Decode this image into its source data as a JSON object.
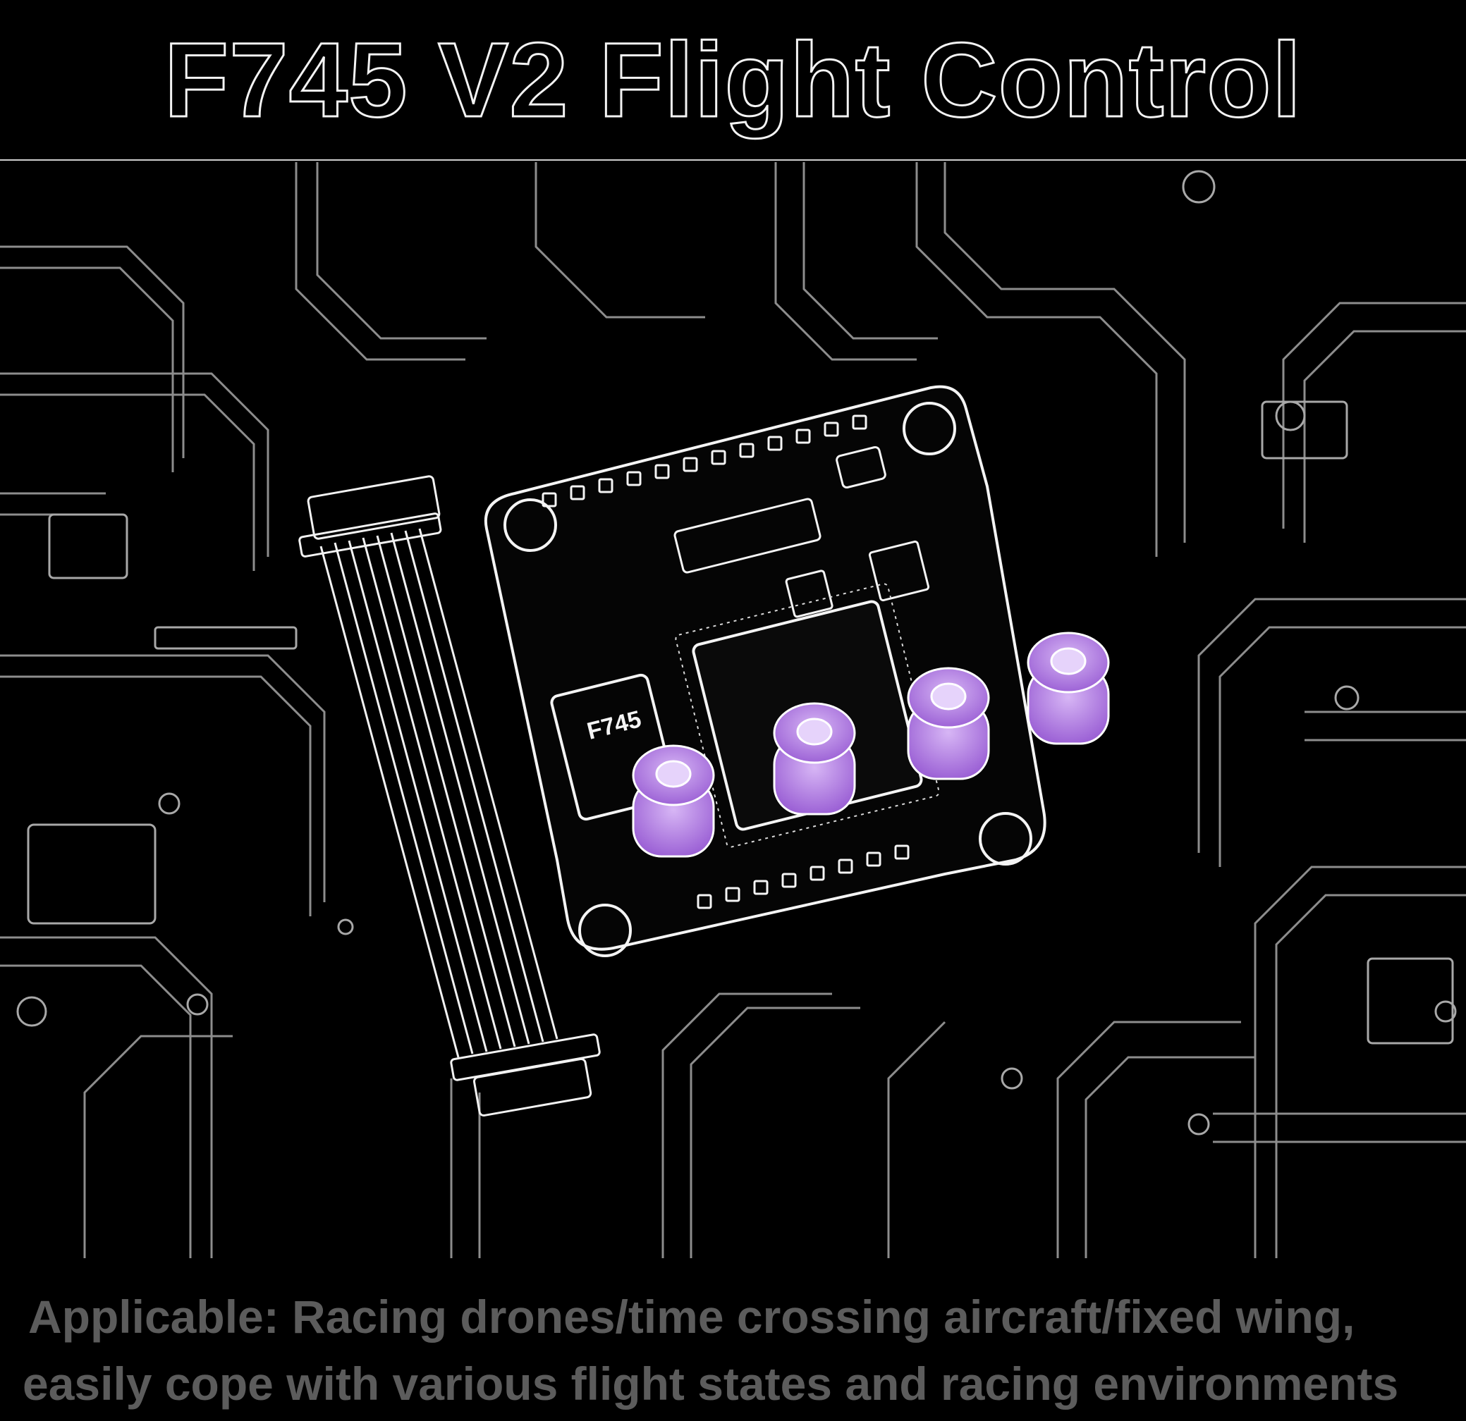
{
  "header": {
    "title": "F745 V2 Flight Control"
  },
  "board": {
    "label": "F745"
  },
  "caption": {
    "line1": "Applicable: Racing drones/time crossing aircraft/fixed wing,",
    "line2": "easily cope with various flight states and racing environments"
  },
  "colors": {
    "background": "#000000",
    "line_art": "#f2f2f2",
    "circuit_trace": "#9a9a9a",
    "caption_text": "#5c5c5c",
    "standoff_purple": "#b07ee0"
  },
  "icons": [
    "flight-controller-board",
    "ribbon-cable",
    "standoff-icon",
    "mcu-chip-icon"
  ]
}
